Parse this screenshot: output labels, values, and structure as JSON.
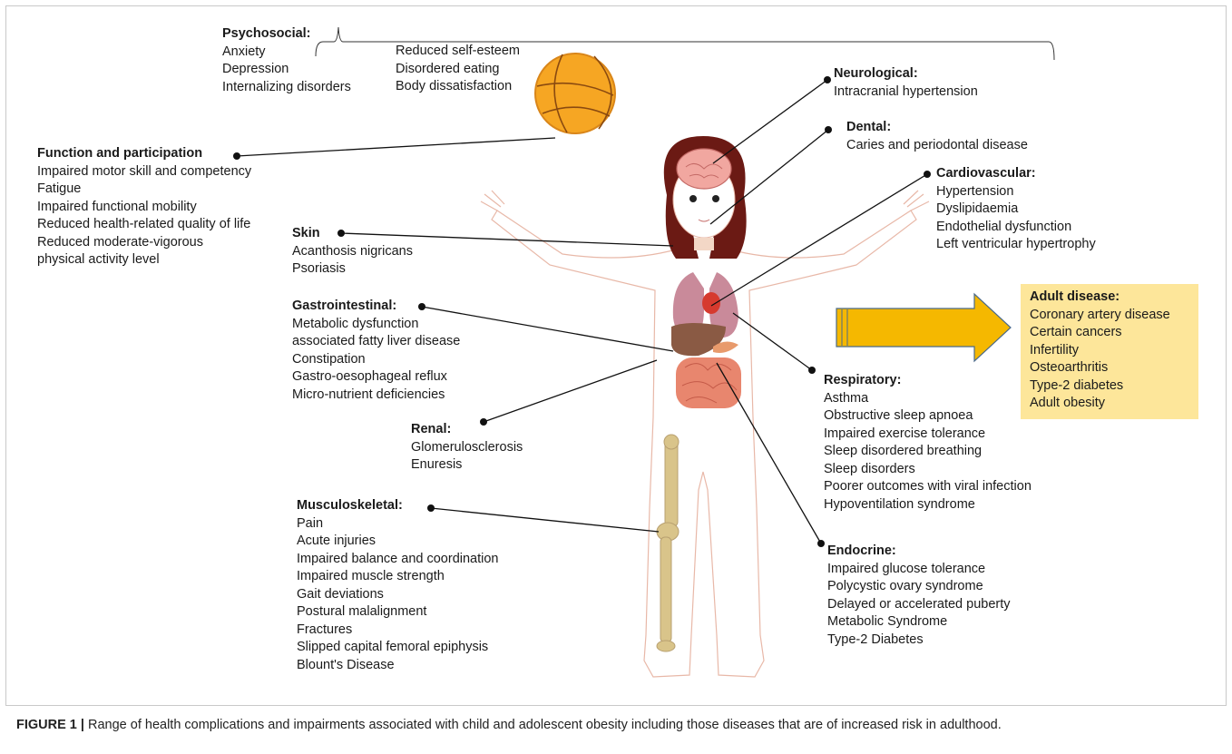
{
  "groups": {
    "psychosocial": {
      "heading": "Psychosocial:",
      "col1": [
        "Anxiety",
        "Depression",
        "Internalizing disorders"
      ],
      "col2": [
        "Reduced self-esteem",
        "Disordered eating",
        "Body dissatisfaction"
      ]
    },
    "function": {
      "heading": "Function and participation",
      "items": [
        "Impaired motor skill and competency",
        "Fatigue",
        "Impaired functional mobility",
        "Reduced health-related quality of life",
        "Reduced moderate-vigorous",
        "physical activity level"
      ]
    },
    "skin": {
      "heading": "Skin",
      "items": [
        "Acanthosis nigricans",
        "Psoriasis"
      ]
    },
    "gastro": {
      "heading": "Gastrointestinal:",
      "items": [
        "Metabolic dysfunction",
        "associated fatty liver disease",
        "Constipation",
        "Gastro-oesophageal reflux",
        "Micro-nutrient deficiencies"
      ]
    },
    "renal": {
      "heading": "Renal:",
      "items": [
        "Glomerulosclerosis",
        "Enuresis"
      ]
    },
    "musculo": {
      "heading": "Musculoskeletal:",
      "items": [
        "Pain",
        "Acute injuries",
        "Impaired balance and coordination",
        "Impaired muscle strength",
        "Gait deviations",
        "Postural malalignment",
        "Fractures",
        "Slipped capital femoral epiphysis",
        "Blount's Disease"
      ]
    },
    "neuro": {
      "heading": "Neurological:",
      "items": [
        "Intracranial hypertension"
      ]
    },
    "dental": {
      "heading": "Dental:",
      "items": [
        "Caries and periodontal disease"
      ]
    },
    "cardio": {
      "heading": "Cardiovascular:",
      "items": [
        "Hypertension",
        "Dyslipidaemia",
        "Endothelial dysfunction",
        "Left ventricular hypertrophy"
      ]
    },
    "resp": {
      "heading": "Respiratory:",
      "items": [
        "Asthma",
        "Obstructive sleep apnoea",
        "Impaired exercise tolerance",
        "Sleep disordered breathing",
        "Sleep disorders",
        "Poorer outcomes with viral infection",
        "Hypoventilation syndrome"
      ]
    },
    "endo": {
      "heading": "Endocrine:",
      "items": [
        "Impaired glucose tolerance",
        "Polycystic ovary syndrome",
        "Delayed or accelerated puberty",
        "Metabolic Syndrome",
        "Type-2 Diabetes"
      ]
    }
  },
  "adult": {
    "heading": "Adult disease:",
    "items": [
      "Coronary artery disease",
      "Certain cancers",
      "Infertility",
      "Osteoarthritis",
      "Type-2 diabetes",
      "Adult obesity"
    ]
  },
  "caption": {
    "label": "FIGURE 1 |",
    "text": " Range of health complications and impairments associated with child and adolescent obesity including those diseases that are of increased risk in adulthood."
  },
  "colors": {
    "ball": "#f6a623",
    "hair": "#6b1a14",
    "liver": "#8a5a44",
    "intestine": "#e8866e",
    "lungs": "#c98a9a",
    "bone": "#d9c48a",
    "arrow": "#f5b800",
    "adult_box": "#fde69a"
  }
}
